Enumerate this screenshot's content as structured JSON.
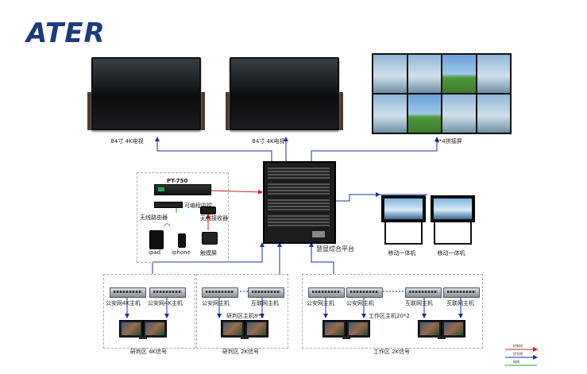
{
  "logo": {
    "text": "ATER"
  },
  "displays": {
    "tv_left_label": "84寸 4K电视",
    "tv_right_label": "84寸 4K电视",
    "video_wall_label": "4*4拼接屏"
  },
  "control": {
    "pt750_label": "PT-750",
    "programmable_host_label": "可编程中控",
    "wireless_router_label": "无线路由器",
    "wireless_receiver_label": "无线接收器",
    "ipad_label": "ipad",
    "iphone_label": "iphone",
    "touchscreen_label": "触摸屏"
  },
  "platform": {
    "label": "慧显综合平台"
  },
  "mobile": {
    "left_label": "移动一体机",
    "right_label": "移动一体机"
  },
  "zones": {
    "zone1": {
      "host_a": "公安网4K主机",
      "host_b": "公安网4K主机",
      "caption": "研判区 4K信号"
    },
    "zone2": {
      "host_a": "公安网主机",
      "host_b": "互联网主机",
      "sub_label": "研判区主机8*2",
      "caption": "研判区 2K信号"
    },
    "zone3": {
      "host_a": "公安网主机",
      "host_b": "公安网主机",
      "host_c": "互联网主机",
      "host_d": "互联网主机",
      "sub_label": "工作区主机20*2",
      "caption": "工作区 2K信号"
    }
  },
  "legend": {
    "control_line": "控制线",
    "signal_line": "信号线",
    "network_line": "网线"
  },
  "colors": {
    "control": "#cc2222",
    "signal": "#1a2fa8",
    "network": "#22aa22",
    "logo": "#1d3a7a"
  }
}
